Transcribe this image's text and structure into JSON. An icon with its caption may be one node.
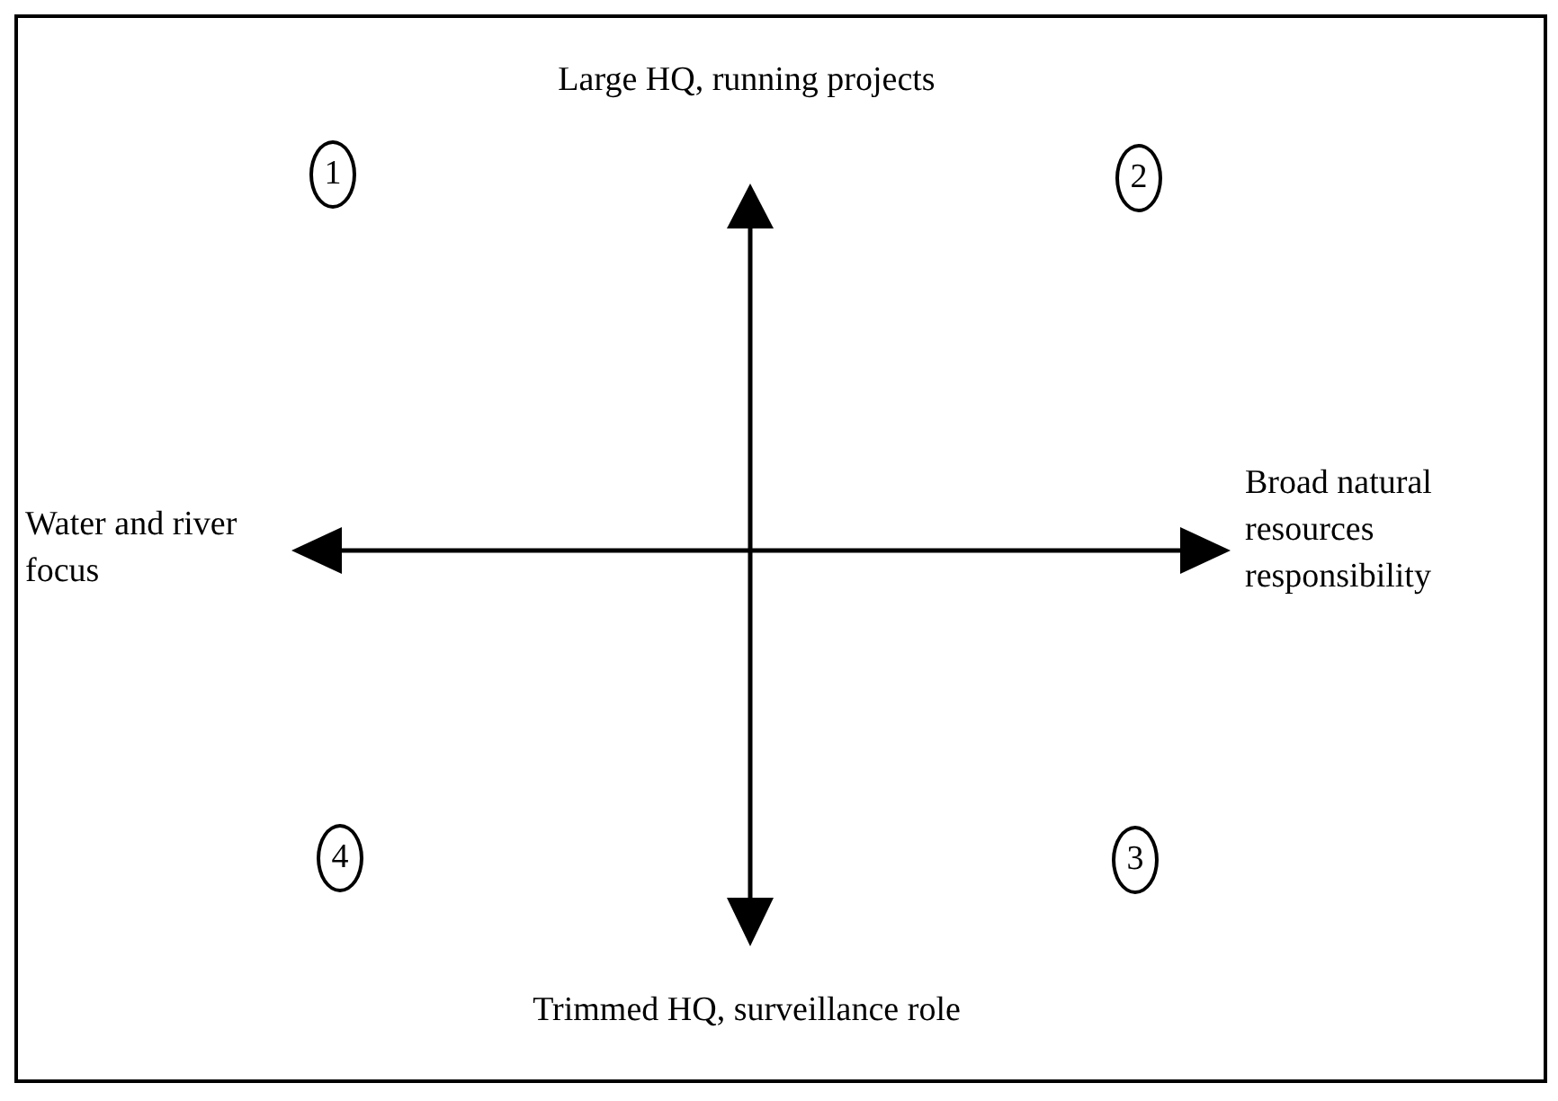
{
  "diagram": {
    "nodes": [
      {
        "text": [
          "1"
        ]
      },
      {
        "text": [
          "2"
        ]
      },
      {
        "text": [
          "3"
        ]
      },
      {
        "text": [
          "4"
        ]
      }
    ],
    "labels": [
      "Large HQ, running projects",
      "Water and river focus",
      "Broad natural resources responsibility",
      "Trimmed HQ, surveillance role"
    ]
  }
}
